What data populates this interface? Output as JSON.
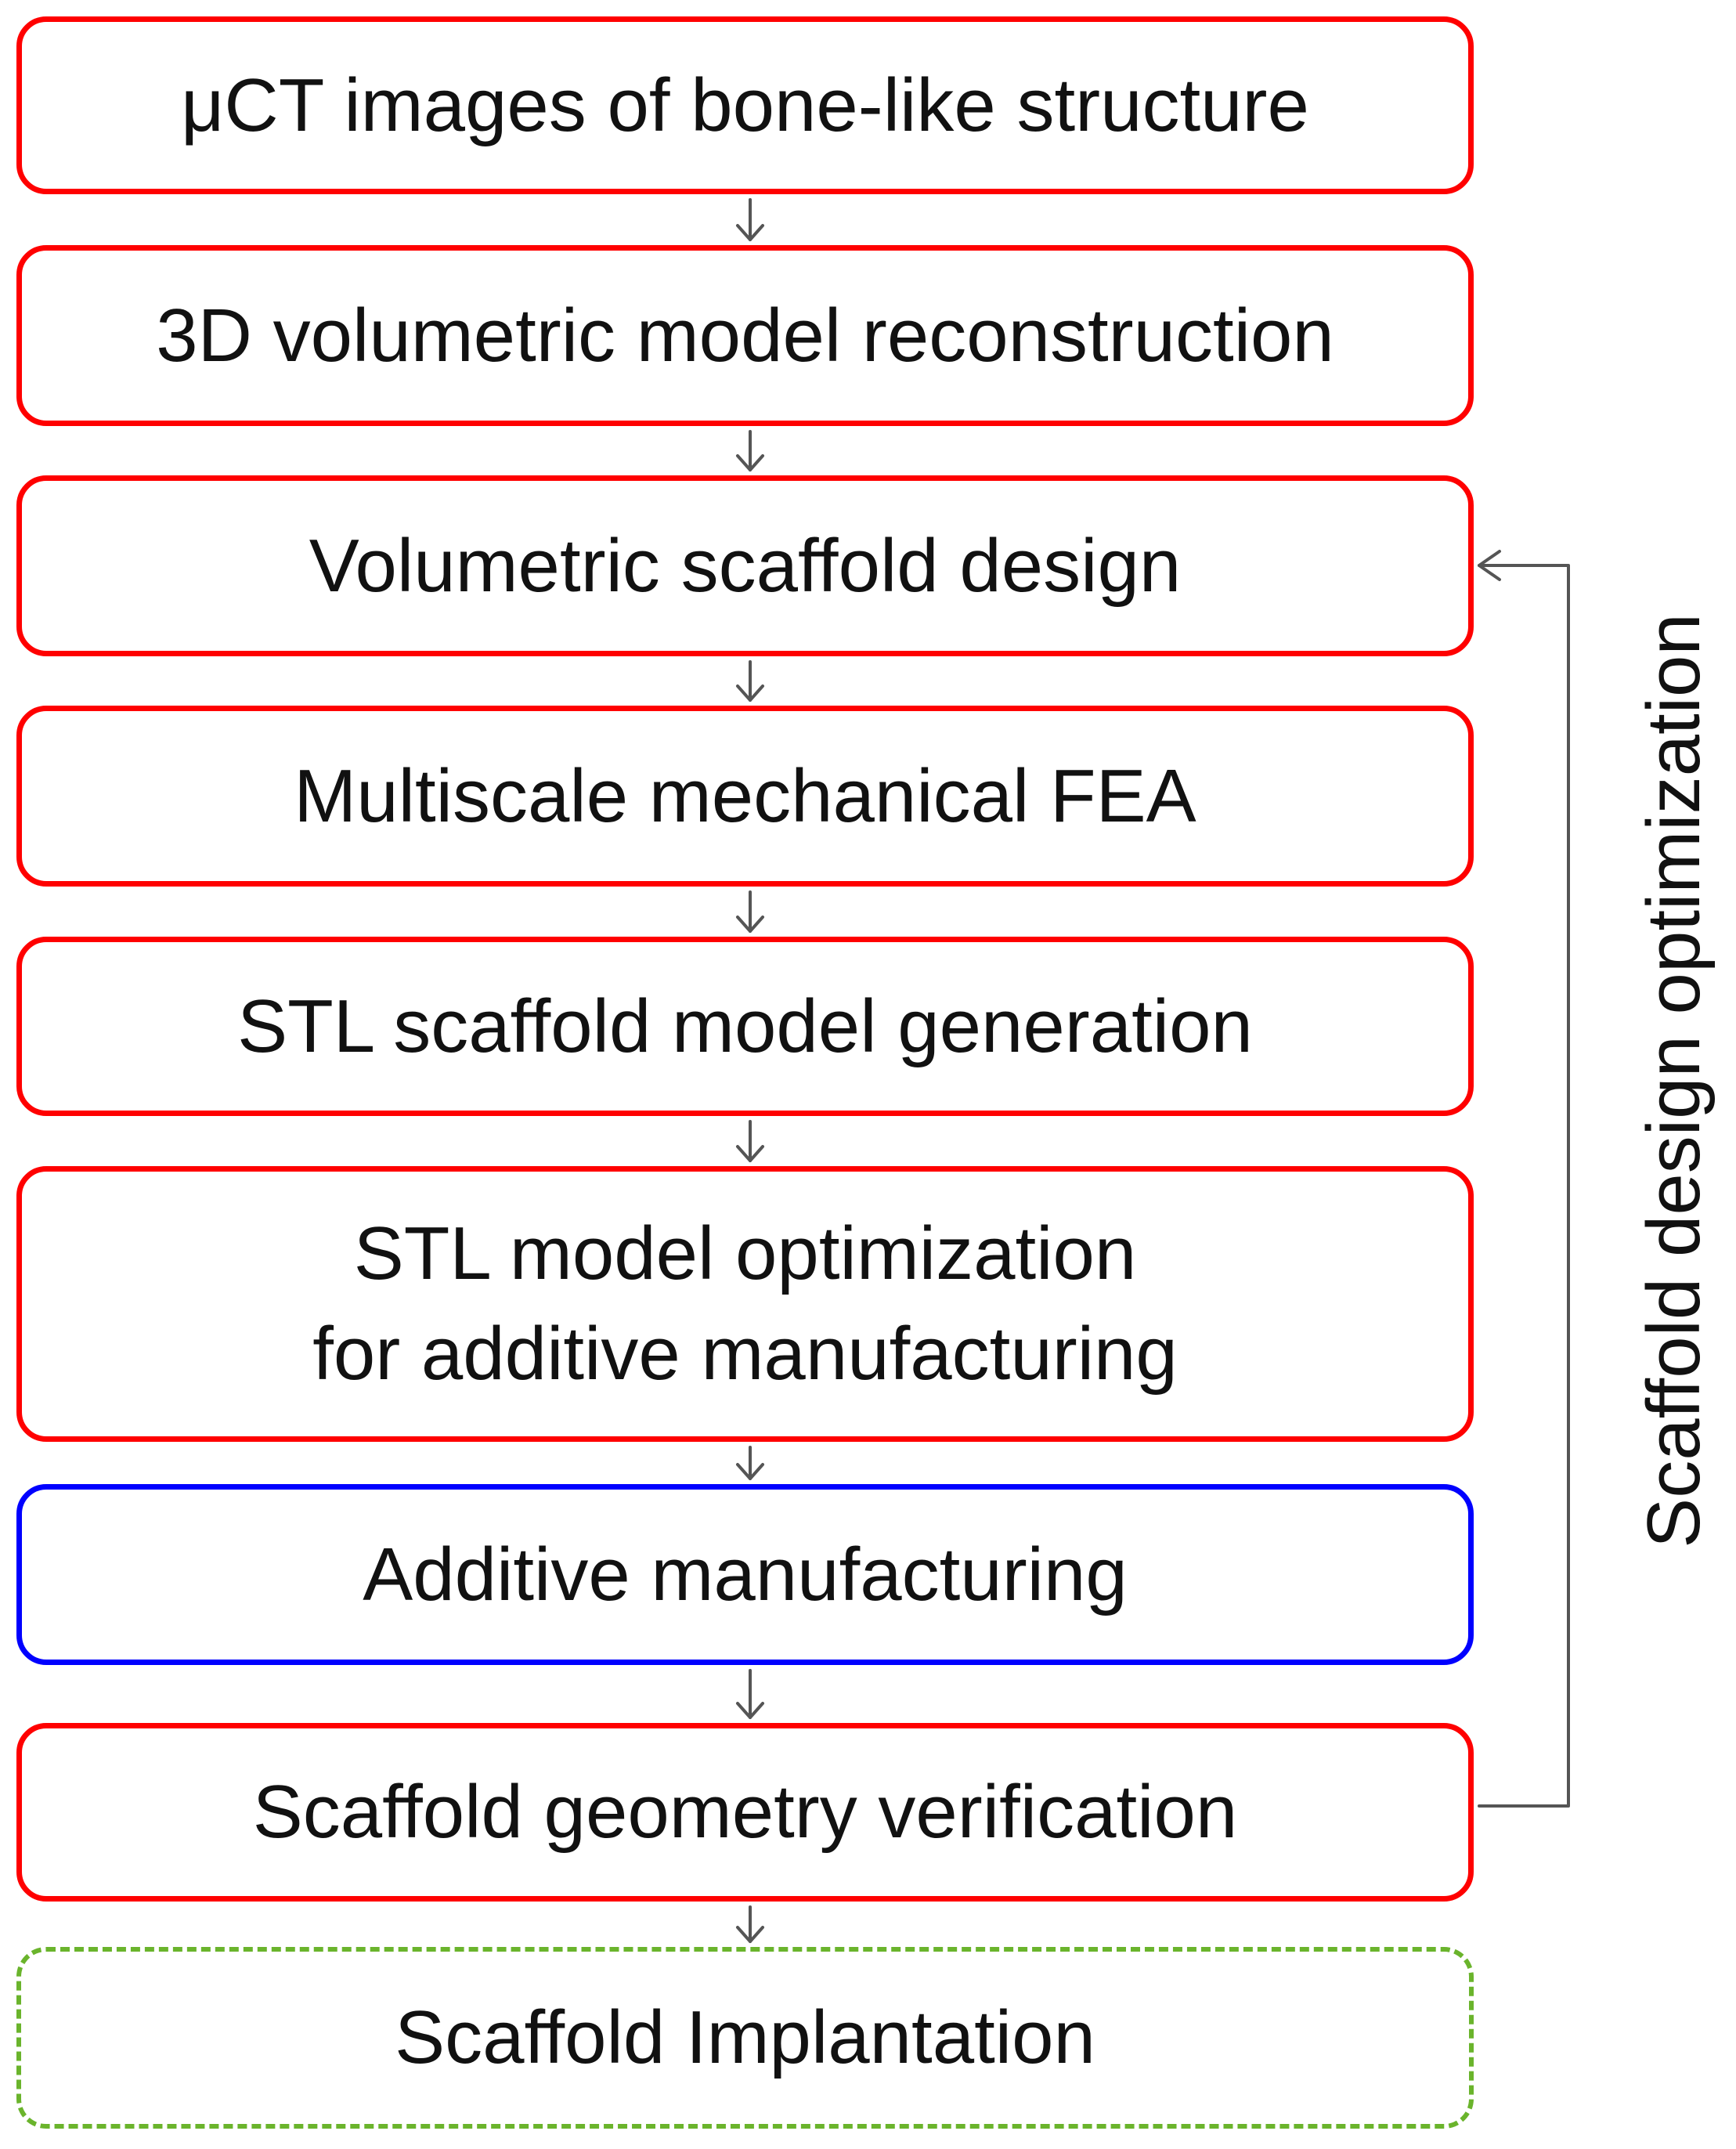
{
  "steps": [
    {
      "lines": [
        "μCT images of bone-like structure"
      ],
      "border": "#ff0000"
    },
    {
      "lines": [
        "3D volumetric model reconstruction"
      ],
      "border": "#ff0000"
    },
    {
      "lines": [
        "Volumetric scaffold design"
      ],
      "border": "#ff0000"
    },
    {
      "lines": [
        "Multiscale mechanical FEA"
      ],
      "border": "#ff0000"
    },
    {
      "lines": [
        "STL scaffold model generation"
      ],
      "border": "#ff0000"
    },
    {
      "lines": [
        "STL model optimization",
        "for additive manufacturing"
      ],
      "border": "#ff0000"
    },
    {
      "lines": [
        "Additive manufacturing"
      ],
      "border": "#0000ff"
    },
    {
      "lines": [
        "Scaffold geometry verification"
      ],
      "border": "#ff0000"
    },
    {
      "lines": [
        "Scaffold Implantation"
      ],
      "border": "#6ab42c",
      "dashed": true
    }
  ],
  "feedback_loop": {
    "label": "Scaffold design optimization",
    "color": "#555555"
  },
  "arrow_color": "#555555"
}
